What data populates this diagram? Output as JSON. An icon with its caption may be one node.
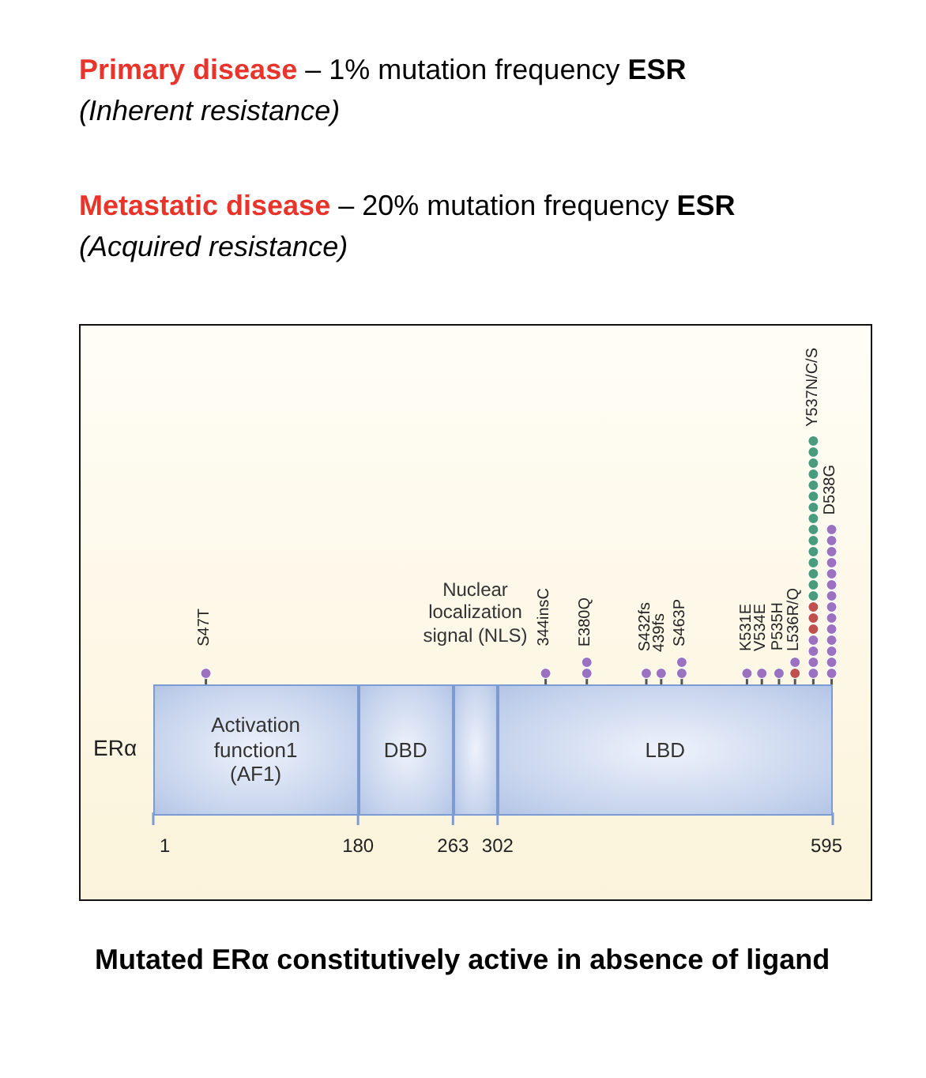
{
  "diagram": {
    "nodes": [
      {
        "text": [
          "Activation function1 (AF1)"
        ]
      },
      {
        "text": [
          "DBD"
        ]
      },
      {
        "text": [
          "Nuclear localization signal (NLS)"
        ]
      },
      {
        "text": [
          "LBD"
        ]
      }
    ],
    "labels": [
      "**Primary disease** – 1% mutation frequency **ESR**",
      "(Inherent resistance)",
      "**Metastatic disease** – 20% mutation frequency **ESR**",
      "(Acquired resistance)",
      "S47T",
      "344insC",
      "E380Q",
      "S432fs",
      "439fs",
      "S463P",
      "K531E",
      "V534E",
      "P535H",
      "L536R/Q",
      "Y537N/C/S",
      "D538G",
      "ERα",
      "1",
      "180",
      "263",
      "302",
      "595",
      "Mutated ERα constitutively active in absence of ligand"
    ]
  }
}
